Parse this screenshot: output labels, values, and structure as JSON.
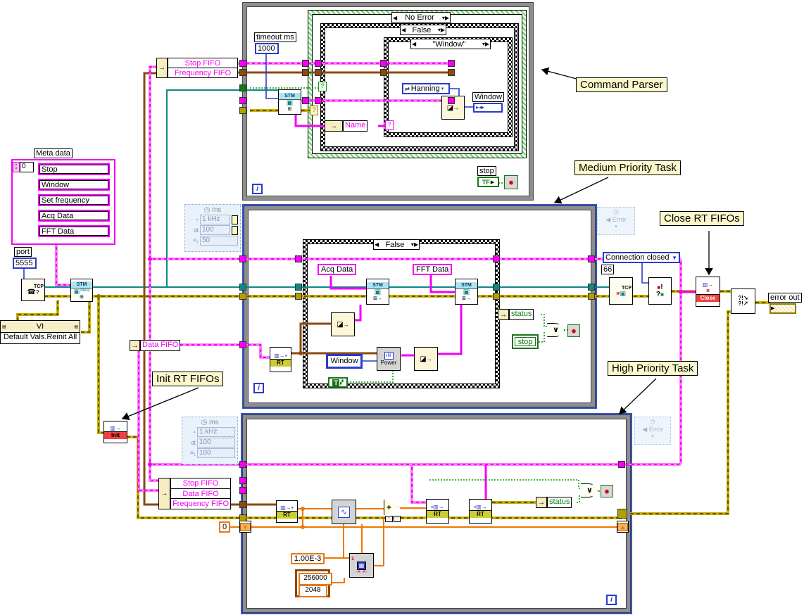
{
  "annotations": {
    "command_parser": "Command Parser",
    "medium_priority": "Medium Priority Task",
    "high_priority": "High Priority Task",
    "init_rt_fifos": "Init RT FIFOs",
    "close_rt_fifos": "Close RT FIFOs"
  },
  "cmd": {
    "case_no_error": "No Error",
    "case_false": "False",
    "case_window": "\"Window\"",
    "timeout_label": "timeout ms",
    "timeout_value": "1000",
    "fifo_rows": [
      "Stop FIFO",
      "Frequency FIFO"
    ],
    "stm": "STM",
    "hanning": "Hanning",
    "window_indicator": "Window",
    "name": "Name",
    "stop": "stop",
    "tf": "TF",
    "iter": "i"
  },
  "left": {
    "meta_label": "Meta data",
    "meta_index": "0",
    "meta_items": [
      "Stop",
      "Window",
      "Set frequency",
      "Acq Data",
      "FFT Data"
    ],
    "port_label": "port",
    "port_value": "5555",
    "tcp": "TCP",
    "stm": "STM",
    "meta": "Meta",
    "invoke_title": "VI",
    "invoke_method": "Default Vals.Reinit All"
  },
  "med": {
    "timing": {
      "unit": "ms",
      "src": "1 kHz",
      "dt_label": "dt",
      "dt": "100",
      "period": "50",
      "error": "Error"
    },
    "case_false": "False",
    "acq": "Acq Data",
    "fft": "FFT Data",
    "data_fifo": "Data FIFO",
    "window": "Window",
    "power": "Power",
    "t": "T",
    "status": "status",
    "stop": "stop",
    "rt": "RT",
    "stm": "STM",
    "iter": "i"
  },
  "hi": {
    "timing": {
      "unit": "ms",
      "src": "1 kHz",
      "dt_label": "dt",
      "dt": "100",
      "period": "100",
      "error": "Error"
    },
    "fifo_rows": [
      "Stop FIFO",
      "Data FIFO",
      "Frequency FIFO"
    ],
    "zero": "0",
    "e3": "1.00E-3",
    "cluster": [
      "256000",
      "2048"
    ],
    "status": "status",
    "rt": "RT",
    "init": "Init",
    "iter": "i"
  },
  "right": {
    "connection_closed": "Connection closed",
    "code": "66",
    "tcp": "TCP",
    "close": "Close",
    "error_out": "error out"
  },
  "glyphs": {
    "left_arrow": "◀",
    "right_arrow": "▶",
    "down_arrow": "▼",
    "small_down": "▾",
    "up_tri": "▲",
    "dn_tri": "▼",
    "or": "∨",
    "plus": "+",
    "sine": "∿",
    "monitor": "▣",
    "grid": "▦",
    "fifo": "▥",
    "elem": "▪",
    "to": "→",
    "cube": "◪",
    "clock": "◷",
    "stopwatch": "◔",
    "sup321": "³²₁",
    "swap": "⇄",
    "q": "?",
    "bang": "!",
    "x": "×",
    "ne_arrow": "↗",
    "se_arrow": "↘",
    "enum_glyph": "▸◂▸",
    "keypad": "⊞"
  }
}
